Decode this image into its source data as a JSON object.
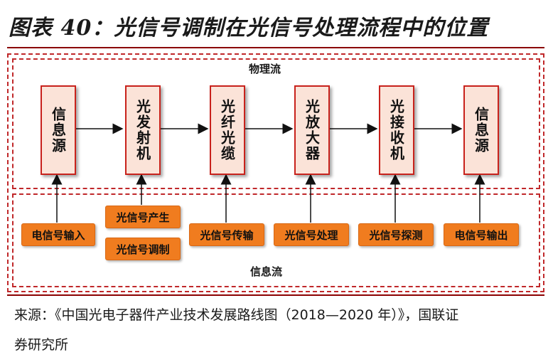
{
  "title": "图表 40：光信号调制在光信号处理流程中的位置",
  "regions": {
    "physical_flow": "物理流",
    "info_flow": "信息流"
  },
  "nodes": [
    {
      "id": "source",
      "label": "信息源"
    },
    {
      "id": "transmitter",
      "label": "光发射机"
    },
    {
      "id": "fiber",
      "label": "光纤光缆"
    },
    {
      "id": "amplifier",
      "label": "光放大器"
    },
    {
      "id": "receiver",
      "label": "光接收机"
    },
    {
      "id": "sink",
      "label": "信息源"
    }
  ],
  "signals": [
    {
      "label": "电信号输入"
    },
    {
      "label": "光信号产生"
    },
    {
      "label": "光信号调制"
    },
    {
      "label": "光信号传输"
    },
    {
      "label": "光信号处理"
    },
    {
      "label": "光信号探测"
    },
    {
      "label": "电信号输出"
    }
  ],
  "source_line1": "来源：《中国光电子器件产业技术发展路线图（2018—2020 年）》，国联证",
  "source_line2": "券研究所",
  "colors": {
    "accent_red": "#c8221c",
    "node_fill": "#fbe3d8",
    "signal_fill": "#f07c1f",
    "rule": "#8b0000"
  }
}
